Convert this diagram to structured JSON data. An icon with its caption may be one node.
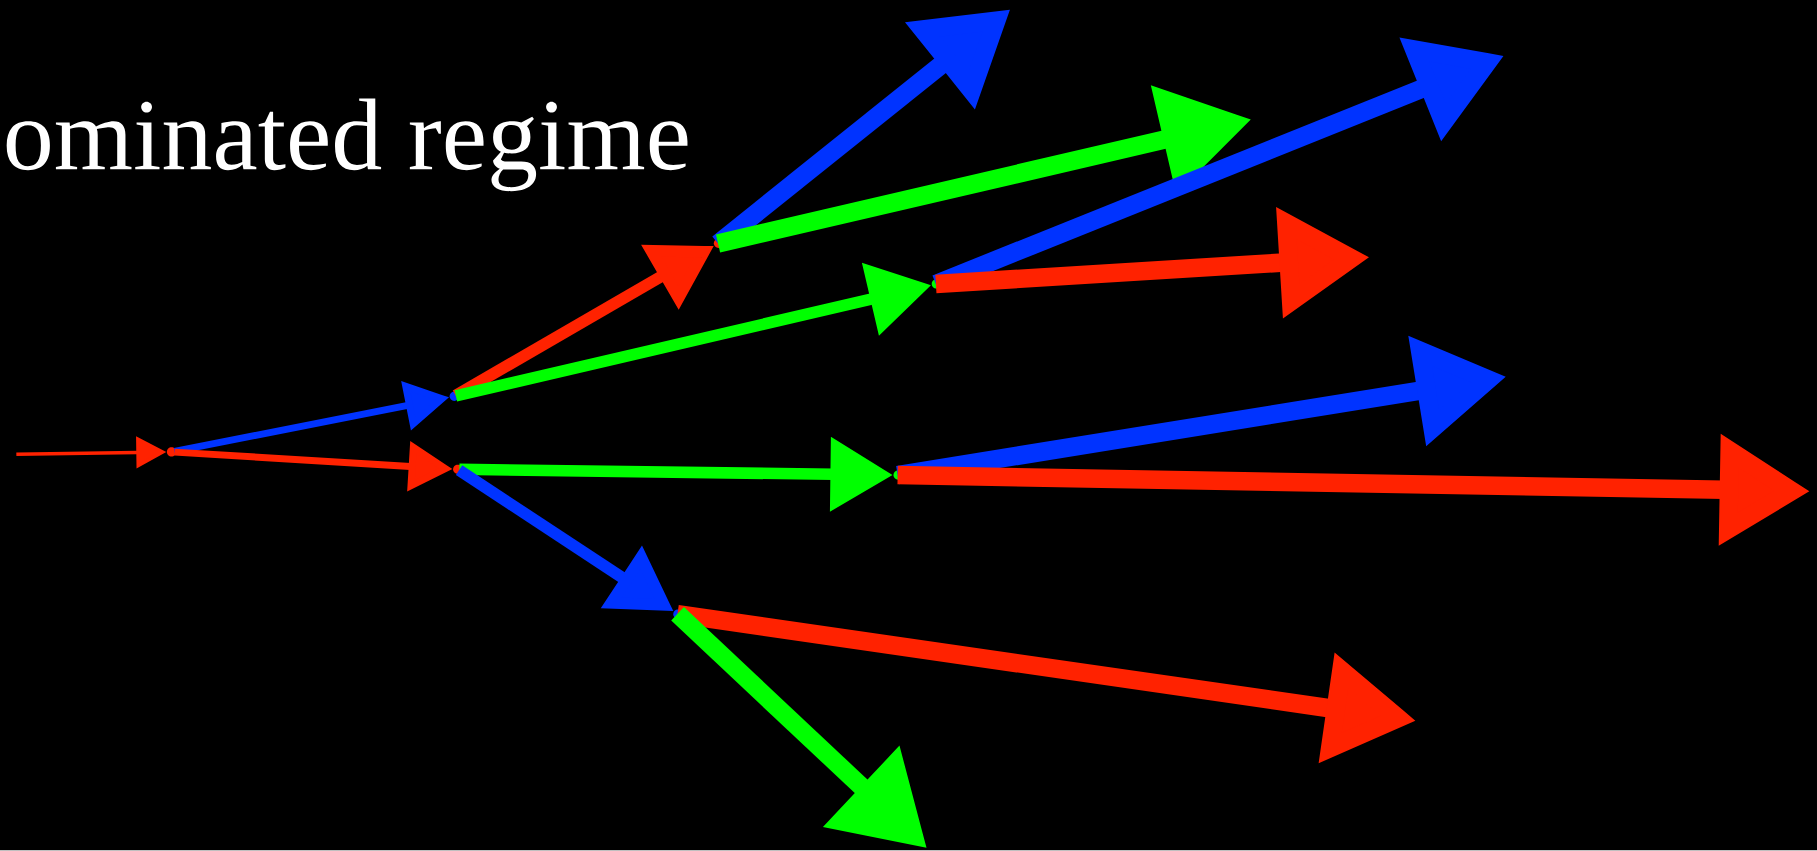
{
  "diagram": {
    "nodes": [
      {
        "text": [],
        "shape": "point"
      },
      {
        "text": [],
        "shape": "point"
      },
      {
        "text": [],
        "shape": "point"
      },
      {
        "text": [],
        "shape": "point"
      },
      {
        "text": [],
        "shape": "point"
      },
      {
        "text": [],
        "shape": "point"
      },
      {
        "text": [],
        "shape": "point"
      }
    ],
    "edges": [
      {
        "from": null,
        "to": 0,
        "arrow": "to",
        "color": "#ff2200"
      },
      {
        "from": 0,
        "to": 1,
        "arrow": "to",
        "color": "#0033ff"
      },
      {
        "from": 0,
        "to": 2,
        "arrow": "to",
        "color": "#ff2200"
      },
      {
        "from": 1,
        "to": 3,
        "arrow": "to",
        "color": "#ff2200"
      },
      {
        "from": 1,
        "to": 4,
        "arrow": "to",
        "color": "#00ff00"
      },
      {
        "from": 2,
        "to": 5,
        "arrow": "to",
        "color": "#00ff00"
      },
      {
        "from": 2,
        "to": 6,
        "arrow": "to",
        "color": "#0033ff"
      },
      {
        "from": 3,
        "to": null,
        "arrow": "to",
        "color": "#0033ff"
      },
      {
        "from": 3,
        "to": null,
        "arrow": "to",
        "color": "#00ff00"
      },
      {
        "from": 4,
        "to": null,
        "arrow": "to",
        "color": "#0033ff"
      },
      {
        "from": 4,
        "to": null,
        "arrow": "to",
        "color": "#ff2200"
      },
      {
        "from": 5,
        "to": null,
        "arrow": "to",
        "color": "#0033ff"
      },
      {
        "from": 5,
        "to": null,
        "arrow": "to",
        "color": "#ff2200"
      },
      {
        "from": 6,
        "to": null,
        "arrow": "to",
        "color": "#ff2200"
      },
      {
        "from": 6,
        "to": null,
        "arrow": "to",
        "color": "#00ff00"
      }
    ],
    "labels": [
      "ominated regime"
    ]
  }
}
